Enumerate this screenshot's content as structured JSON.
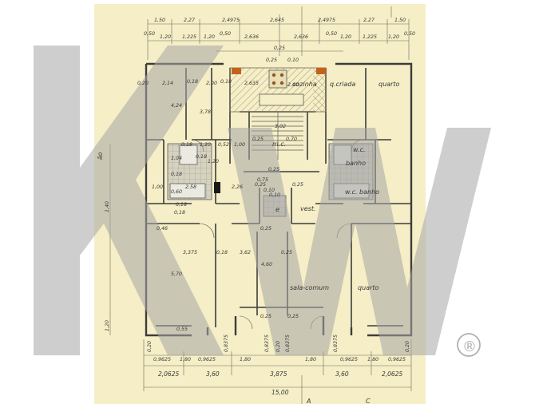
{
  "brand": {
    "registered_mark": "®"
  },
  "rooms": [
    {
      "key": "cozinha",
      "label": "cozinha"
    },
    {
      "key": "q_criada",
      "label": "q.criada"
    },
    {
      "key": "quarto_top",
      "label": "quarto"
    },
    {
      "key": "mc",
      "label": "m.c."
    },
    {
      "key": "wc",
      "label": "w.c."
    },
    {
      "key": "banho",
      "label": "banho"
    },
    {
      "key": "wc_banho",
      "label": "w.c. banho"
    },
    {
      "key": "e",
      "label": "e"
    },
    {
      "key": "vest",
      "label": "vest."
    },
    {
      "key": "sala",
      "label": "sala-comum"
    },
    {
      "key": "quarto_bottom",
      "label": "quarto"
    }
  ],
  "dims": {
    "top1": [
      "1,50",
      "2,27",
      "2,4975",
      "2,645",
      "2,4975",
      "2,27",
      "1,50"
    ],
    "top2": [
      "0,50",
      "1,20",
      "1,225",
      "1,20",
      "0,50",
      "2,636",
      "2,636",
      "0,50",
      "1,20",
      "1,225",
      "1,20",
      "0,50"
    ],
    "top3": "0,25",
    "bottom1": [
      "0,20",
      "0,9625",
      "1,80",
      "0,9625",
      "0,8375",
      "1,80",
      "0,8375",
      "0,20",
      "0,8375",
      "1,80",
      "0,8375",
      "0,9625",
      "1,80",
      "0,9625",
      "0,20"
    ],
    "bottom2": [
      "2,0625",
      "3,60",
      "3,875",
      "3,60",
      "2,0625"
    ],
    "total": "15,00",
    "left_side": [
      "1,40",
      "1,20"
    ],
    "left_cut": "ão",
    "interior": [
      "0,20",
      "2,14",
      "0,18",
      "2,00",
      "0,18",
      "2,635",
      "0,25",
      "0,10",
      "2,40",
      "4,24",
      "3,78",
      "3,02",
      "0,19",
      "1,20",
      "0,52",
      "1,00",
      "1,04",
      "0,18",
      "1,20",
      "0,25",
      "0,70",
      "0,18",
      "1,00",
      "0,60",
      "2,58",
      "2,26",
      "0,25",
      "0,10",
      "0,25",
      "0,18",
      "0,25",
      "0,75",
      "0,25",
      "0,10",
      "0,18",
      "0,46",
      "3,375",
      "3,62",
      "0,18",
      "0,25",
      "4,60",
      "5,70",
      "0,55",
      "0,25",
      "0,25"
    ],
    "bottom_letters": [
      "A",
      "C"
    ]
  }
}
